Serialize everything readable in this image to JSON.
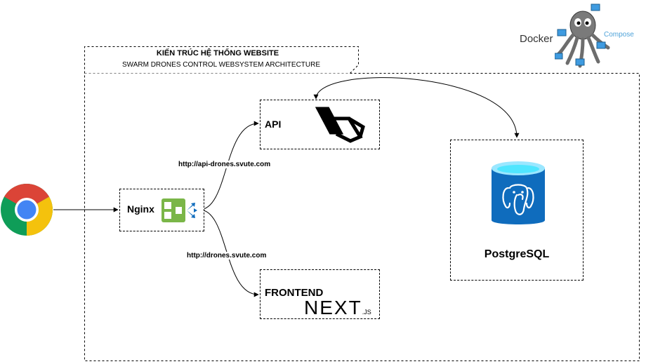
{
  "header": {
    "title": "KIẾN TRÚC HỆ THỐNG WEBSITE",
    "subtitle": "SWARM DRONES CONTROL WEBSYSTEM ARCHITECTURE"
  },
  "docker": {
    "label": "Docker",
    "compose_label": "Compose",
    "icon": "docker-compose-octopus-icon"
  },
  "nodes": {
    "browser": {
      "icon": "chrome-icon"
    },
    "nginx": {
      "label": "Nginx",
      "icon": "nginx-load-balancer-icon"
    },
    "api": {
      "label": "API",
      "icon": "laravel-icon"
    },
    "frontend": {
      "label": "FRONTEND",
      "logo_main": "NEXT",
      "logo_suffix": ".JS"
    },
    "db": {
      "label": "PostgreSQL",
      "icon": "postgresql-database-icon"
    }
  },
  "edges": {
    "api_url": "http://api-drones.svute.com",
    "frontend_url": "http://drones.svute.com"
  },
  "colors": {
    "nginx_green": "#7AB648",
    "db_blue": "#0F6CBD",
    "db_light": "#50E6FF",
    "compose_blue": "#4FA3D9",
    "chrome_red": "#DB4437",
    "chrome_yellow": "#F4C20D",
    "chrome_green": "#0F9D58",
    "chrome_blue": "#4285F4"
  }
}
